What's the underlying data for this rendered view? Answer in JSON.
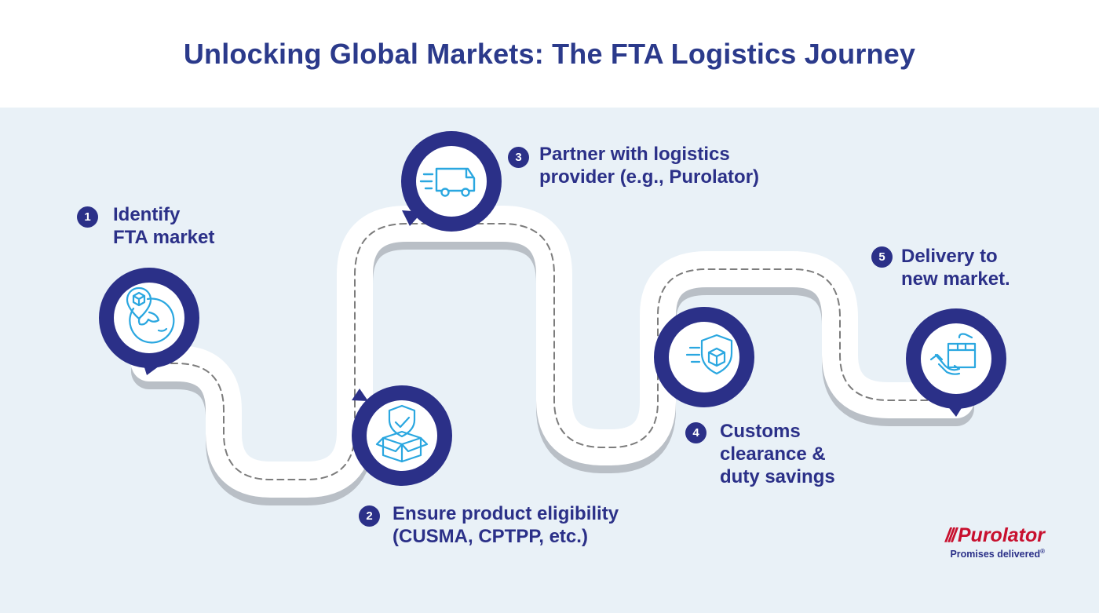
{
  "title": "Unlocking Global Markets: The FTA Logistics Journey",
  "colors": {
    "navy": "#2b3088",
    "title": "#2b3a8b",
    "icon_blue": "#2aa7e0",
    "panel_bg": "#e9f1f7",
    "road": "#ffffff",
    "road_shadow": "#b9bfc6",
    "dash": "#7c7c7c",
    "brand_red": "#c8102e"
  },
  "steps": [
    {
      "number": "1",
      "lines": [
        "Identify",
        "FTA market"
      ],
      "icon": "globe-location-pin-icon"
    },
    {
      "number": "2",
      "lines": [
        "Ensure product eligibility",
        "(CUSMA, CPTPP, etc.)"
      ],
      "icon": "shield-check-box-icon"
    },
    {
      "number": "3",
      "lines": [
        "Partner with logistics",
        "provider (e.g., Purolator)"
      ],
      "icon": "delivery-truck-icon"
    },
    {
      "number": "4",
      "lines": [
        "Customs",
        "clearance &",
        "duty savings"
      ],
      "icon": "shield-package-icon"
    },
    {
      "number": "5",
      "lines": [
        "Delivery to",
        "new market."
      ],
      "icon": "hand-receiving-package-icon"
    }
  ],
  "logo": {
    "mark": "///",
    "wordmark": "Purolator",
    "tagline": "Promises delivered",
    "trademark": "®"
  }
}
